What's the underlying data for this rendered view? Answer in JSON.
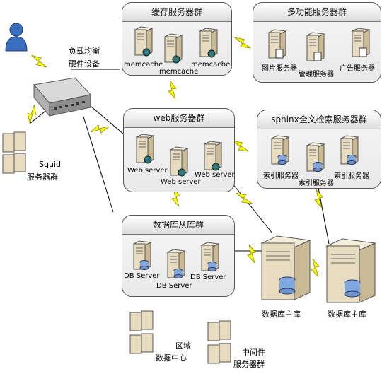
{
  "load_balancer": {
    "line1": "负载均衡",
    "line2": "硬件设备"
  },
  "squid": {
    "line1": "Squid",
    "line2": "服务器群"
  },
  "cache_group": {
    "title": "缓存服务器群",
    "servers": [
      "memcache",
      "memcache",
      "memcache"
    ]
  },
  "multi_group": {
    "title": "多功能服务器群",
    "servers": [
      "图片服务器",
      "管理服务器",
      "广告服务器"
    ]
  },
  "web_group": {
    "title": "web服务器群",
    "servers": [
      "Web server",
      "Web server",
      "Web server"
    ]
  },
  "sphinx_group": {
    "title": "sphinx全文检索服务器群",
    "servers": [
      "索引服务器",
      "索引服务器",
      "索引服务器"
    ]
  },
  "db_slave_group": {
    "title": "数据库从库群",
    "servers": [
      "DB Server",
      "DB Server",
      "DB Server"
    ]
  },
  "db_master": [
    "数据库主库",
    "数据库主库"
  ],
  "region": {
    "line1": "区域",
    "line2": "数据中心"
  },
  "middleware": {
    "line1": "中间件",
    "line2": "服务器群"
  },
  "colors": {
    "lightning": "#ffff00",
    "lightning_stroke": "#8a8a00",
    "server_body": "#e8dcc0",
    "user": "#3a6fc0"
  }
}
